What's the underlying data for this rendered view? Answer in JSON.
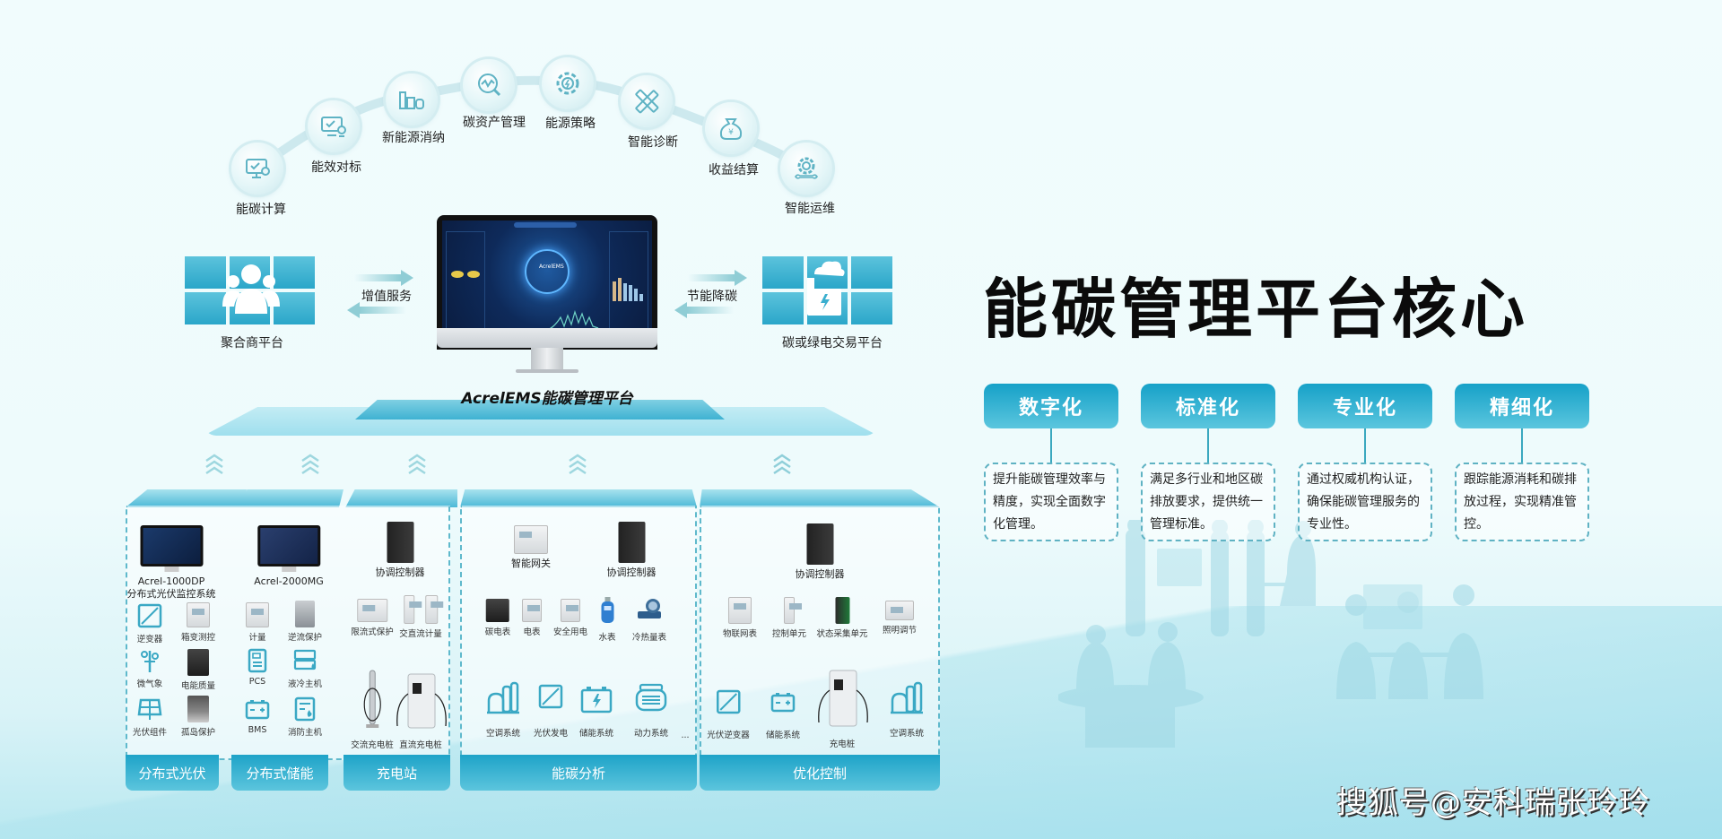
{
  "arc_nodes": [
    {
      "label": "能碳计算",
      "icon": "monitor-chart-icon"
    },
    {
      "label": "能效对标",
      "icon": "monitor-camera-icon"
    },
    {
      "label": "新能源消纳",
      "icon": "factory-icon"
    },
    {
      "label": "碳资产管理",
      "icon": "analysis-magnifier-icon"
    },
    {
      "label": "能源策略",
      "icon": "energy-gear-icon"
    },
    {
      "label": "智能诊断",
      "icon": "ruler-pencil-icon"
    },
    {
      "label": "收益结算",
      "icon": "money-bag-icon"
    },
    {
      "label": "智能运维",
      "icon": "gear-wrench-icon"
    }
  ],
  "left_platform": {
    "label": "聚合商平台",
    "icon": "group-users-icon"
  },
  "left_arrow_label": "增值服务",
  "right_platform": {
    "label": "碳或绿电交易平台",
    "icon": "factory-cloud-icon"
  },
  "right_arrow_label": "节能降碳",
  "central_platform": {
    "title": "AcrelEMS能碳管理平台",
    "screen_title": "AcrelEMS"
  },
  "columns": {
    "pv": {
      "footer": "分布式光伏",
      "top_device": {
        "line1": "Acrel-1000DP",
        "line2": "分布式光伏监控系统"
      },
      "items": [
        "逆变器",
        "箱变测控",
        "微气象",
        "电能质量",
        "光伏组件",
        "孤岛保护"
      ]
    },
    "storage": {
      "footer": "分布式储能",
      "top_device": {
        "line1": "Acrel-2000MG"
      },
      "items": [
        "计量",
        "逆流保护",
        "PCS",
        "液冷主机",
        "BMS",
        "消防主机"
      ]
    },
    "charging": {
      "footer": "充电站",
      "top_device": {
        "line1": "协调控制器"
      },
      "items": [
        "限流式保护",
        "交直流计量",
        "交流充电桩",
        "直流充电桩"
      ]
    },
    "analysis": {
      "footer": "能碳分析",
      "top_devices": [
        "智能网关",
        "协调控制器"
      ],
      "meters": [
        "碳电表",
        "电表",
        "安全用电",
        "水表",
        "冷热量表"
      ],
      "systems": [
        "空调系统",
        "光伏发电",
        "储能系统",
        "动力系统",
        "..."
      ]
    },
    "control": {
      "footer": "优化控制",
      "top_device": "协调控制器",
      "devices": [
        "物联网表",
        "控制单元",
        "状态采集单元",
        "照明调节"
      ],
      "systems": [
        "光伏逆变器",
        "储能系统",
        "充电桩",
        "空调系统"
      ]
    }
  },
  "core": {
    "title": "能碳管理平台核心",
    "cards": [
      {
        "head": "数字化",
        "desc": "提升能碳管理效率与精度，实现全面数字化管理。"
      },
      {
        "head": "标准化",
        "desc": "满足多行业和地区碳排放要求，提供统一管理标准。"
      },
      {
        "head": "专业化",
        "desc": "通过权威机构认证，确保能碳管理服务的专业性。"
      },
      {
        "head": "精细化",
        "desc": "跟踪能源消耗和碳排放过程，实现精准管控。"
      }
    ]
  },
  "watermark": "搜狐号@安科瑞张玲玲",
  "colors": {
    "accent": "#1ea3c8",
    "accent_light": "#5cc5dd",
    "icon_stroke": "#5fb3c4",
    "background": "#f1fcfd",
    "title_text": "#0b0b0b"
  }
}
